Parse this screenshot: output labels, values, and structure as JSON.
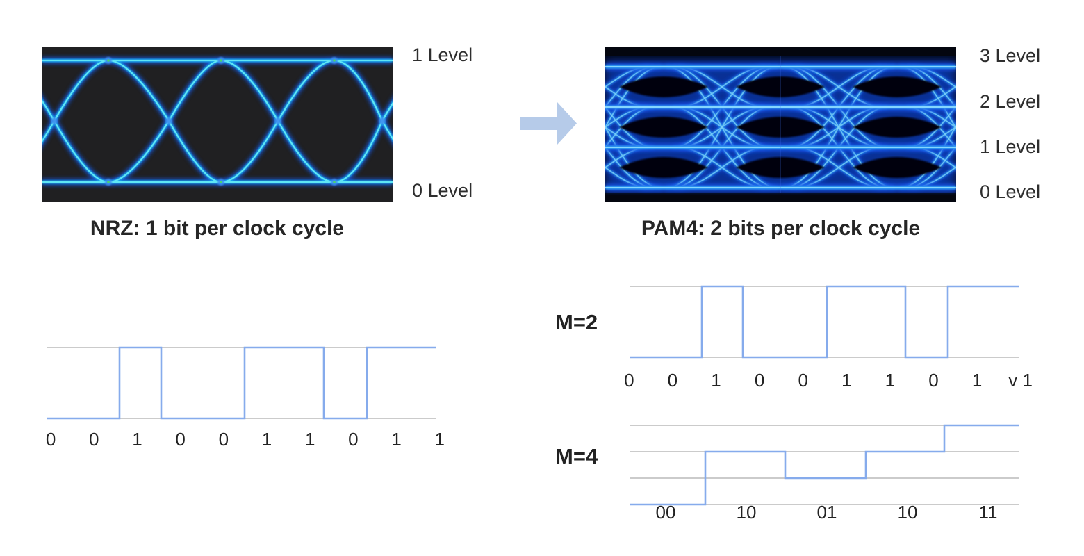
{
  "left_panel": {
    "title": "NRZ: 1 bit per clock cycle",
    "level_labels": [
      "1 Level",
      "0 Level"
    ],
    "bit_labels": [
      "0",
      "0",
      "1",
      "0",
      "0",
      "1",
      "1",
      "0",
      "1",
      "1"
    ]
  },
  "right_panel": {
    "title": "PAM4: 2 bits per clock cycle",
    "level_labels": [
      "3 Level",
      "2 Level",
      "1 Level",
      "0 Level"
    ],
    "m2": {
      "label": "M=2",
      "bit_labels": [
        "0",
        "0",
        "1",
        "0",
        "0",
        "1",
        "1",
        "0",
        "1",
        "v 1"
      ]
    },
    "m4": {
      "label": "M=4",
      "symbol_labels": [
        "00",
        "10",
        "01",
        "10",
        "11"
      ]
    }
  },
  "chart_data": [
    {
      "type": "line",
      "name": "nrz-bitstream-waveform",
      "title": "NRZ: 1 bit per clock cycle",
      "categories": [
        "0",
        "0",
        "1",
        "0",
        "0",
        "1",
        "1",
        "0",
        "1",
        "1"
      ],
      "values": [
        0,
        0,
        1,
        0,
        0,
        1,
        1,
        0,
        1,
        1
      ],
      "ylim": [
        0,
        1
      ],
      "xlabel": "",
      "ylabel": "",
      "grid": "two horizontal level lines",
      "legend": "none"
    },
    {
      "type": "line",
      "name": "pam4-m2-bitstream-waveform",
      "title": "M=2",
      "categories": [
        "0",
        "0",
        "1",
        "0",
        "0",
        "1",
        "1",
        "0",
        "1",
        "v 1"
      ],
      "values": [
        0,
        0,
        1,
        0,
        0,
        1,
        1,
        0,
        1,
        1
      ],
      "ylim": [
        0,
        1
      ],
      "xlabel": "",
      "ylabel": "",
      "grid": "two horizontal level lines",
      "legend": "none"
    },
    {
      "type": "line",
      "name": "pam4-m4-symbol-waveform",
      "title": "M=4",
      "categories": [
        "00",
        "10",
        "01",
        "10",
        "11"
      ],
      "values": [
        0,
        2,
        1,
        2,
        3
      ],
      "ylim": [
        0,
        3
      ],
      "xlabel": "",
      "ylabel": "",
      "grid": "four horizontal level lines",
      "legend": "none"
    }
  ],
  "colors": {
    "waveform_blue": "#86abec",
    "grid_gray": "#cbcbcb",
    "arrow_blue": "#b6cbe9",
    "text_dark": "#262626",
    "nrz_eye_core": "#5fe6f5",
    "nrz_eye_glow": "#1b54d8",
    "pam4_eye_mid": "#1e86ea",
    "eye_background": "#0b0b10"
  }
}
